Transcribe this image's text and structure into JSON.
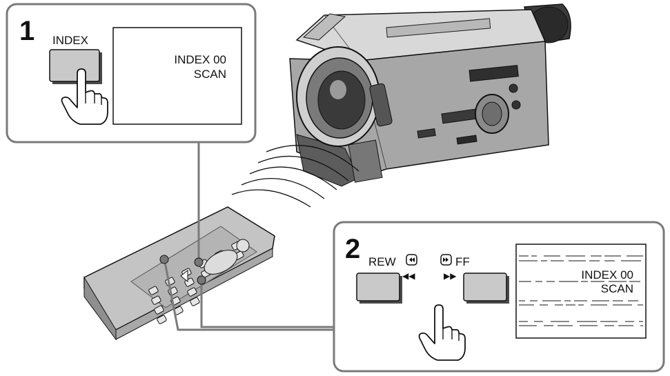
{
  "step1": {
    "number": "1",
    "button_label": "INDEX",
    "screen_lines": [
      "INDEX 00",
      "SCAN"
    ]
  },
  "step2": {
    "number": "2",
    "rew_label": "REW",
    "ff_label": "FF",
    "rew_symbol": "◀◀",
    "ff_symbol": "▶▶",
    "screen_lines": [
      "INDEX 00",
      "SCAN"
    ]
  },
  "colors": {
    "frame": "#7a7a7a",
    "button_fill": "#c9c9c9",
    "device_gray": "#9a9a9a",
    "device_dark": "#4a4a4a"
  },
  "icons": {
    "hand": "pointing-hand-icon",
    "camcorder": "camcorder-icon",
    "remote": "remote-control-icon"
  }
}
